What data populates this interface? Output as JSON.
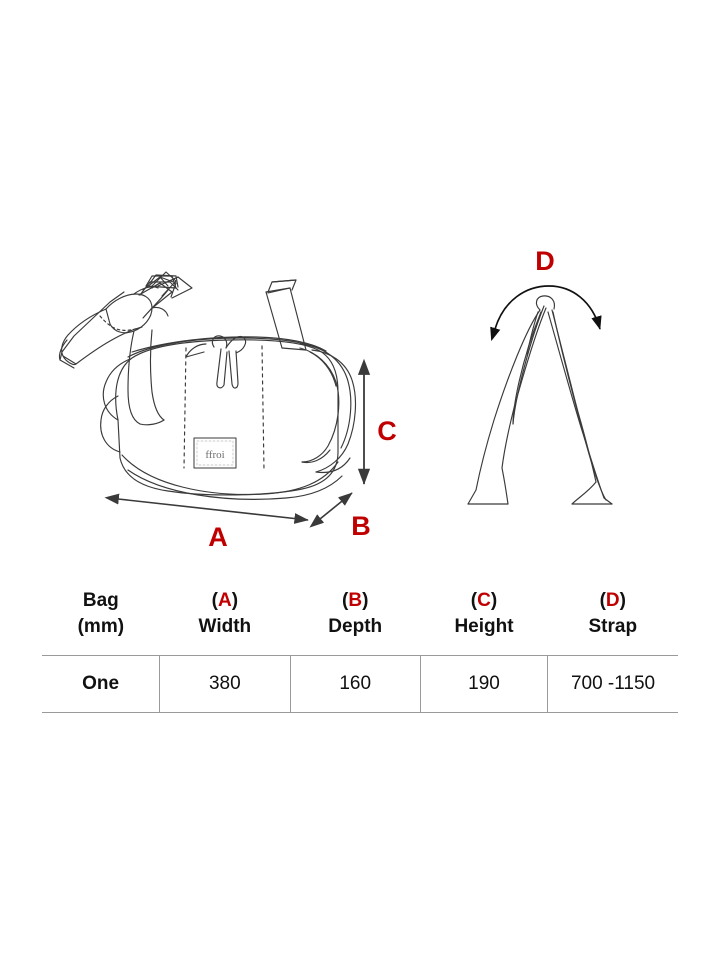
{
  "product": {
    "type": "shoulder-bag",
    "brand_label_text": "ffroi"
  },
  "diagram": {
    "bag_view_name": "bag-front-three-quarter-view",
    "strap_view_name": "strap-folded-view",
    "dimension_markers": [
      {
        "code": "A",
        "name": "width-dimension-arrow",
        "orientation": "horizontal"
      },
      {
        "code": "B",
        "name": "depth-dimension-arrow",
        "orientation": "diagonal"
      },
      {
        "code": "C",
        "name": "height-dimension-arrow",
        "orientation": "vertical"
      },
      {
        "code": "D",
        "name": "strap-length-marker",
        "orientation": "arc"
      }
    ],
    "labels": {
      "a": "A",
      "b": "B",
      "c": "C",
      "d": "D"
    },
    "colors": {
      "marker_red": "#C00000",
      "line_gray": "#3a3a3a",
      "rule_gray": "#9a9a9a"
    }
  },
  "table": {
    "headers": [
      {
        "code": "",
        "code_prefix": "",
        "code_letter": "",
        "code_suffix": "",
        "line1": "Bag",
        "line2": "(mm)"
      },
      {
        "code_prefix": "(",
        "code_letter": "A",
        "code_suffix": ")",
        "line2": "Width"
      },
      {
        "code_prefix": "(",
        "code_letter": "B",
        "code_suffix": ")",
        "line2": "Depth"
      },
      {
        "code_prefix": "(",
        "code_letter": "C",
        "code_suffix": ")",
        "line2": "Height"
      },
      {
        "code_prefix": "(",
        "code_letter": "D",
        "code_suffix": ")",
        "line2": "Strap"
      }
    ],
    "header_cells": {
      "size_line1": "Bag",
      "size_line2": "(mm)",
      "a_open": "(",
      "a_letter": "A",
      "a_close": ")",
      "a_name": "Width",
      "b_open": "(",
      "b_letter": "B",
      "b_close": ")",
      "b_name": "Depth",
      "c_open": "(",
      "c_letter": "C",
      "c_close": ")",
      "c_name": "Height",
      "d_open": "(",
      "d_letter": "D",
      "d_close": ")",
      "d_name": "Strap"
    },
    "rows": [
      {
        "size": "One",
        "width": "380",
        "depth": "160",
        "height": "190",
        "strap": "700 -1150"
      }
    ]
  }
}
